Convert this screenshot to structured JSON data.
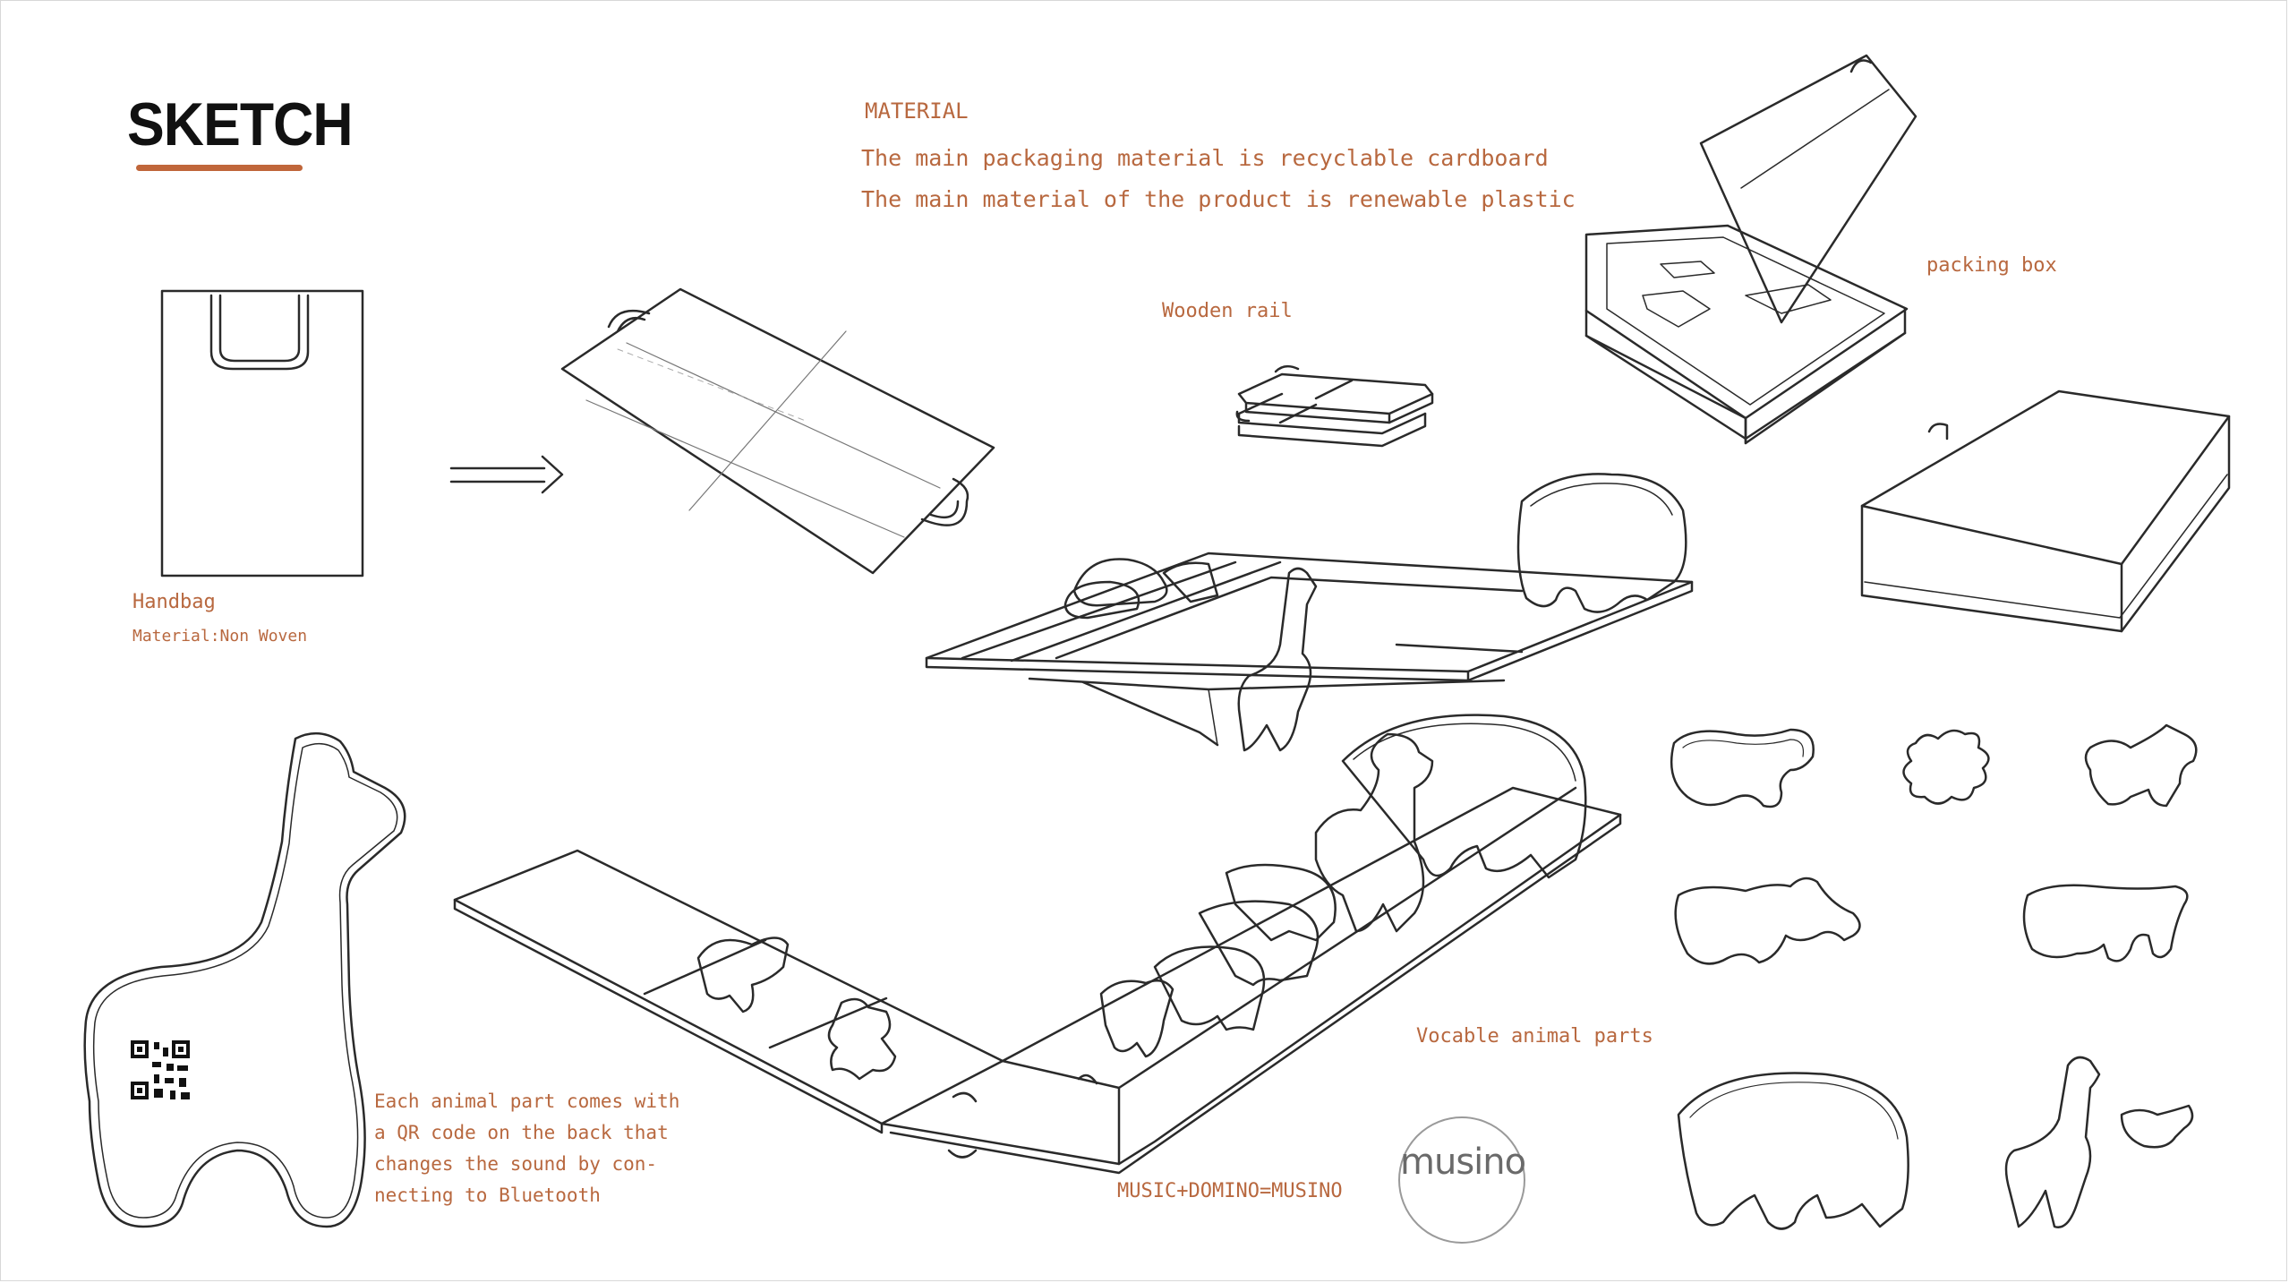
{
  "heading": {
    "title": "SKETCH",
    "accent_color": "#c0663a"
  },
  "material": {
    "title": "MATERIAL",
    "lines": [
      "The main packaging material is recyclable cardboard",
      "The main material of the product is renewable plastic"
    ]
  },
  "labels": {
    "handbag": "Handbag",
    "handbag_material": "Material:Non Woven",
    "wooden_rail": "Wooden rail",
    "packing_box": "packing box",
    "vocable_parts": "Vocable animal parts",
    "formula": "MUSIC+DOMINO=MUSINO"
  },
  "qr_note": {
    "lines": [
      "Each animal part comes with",
      "a QR code on the back that",
      "changes the sound by con-",
      "necting to Bluetooth"
    ]
  },
  "logo": {
    "text": "musino"
  },
  "colors": {
    "annotation": "#b8683f",
    "line": "#2a2a2a"
  }
}
